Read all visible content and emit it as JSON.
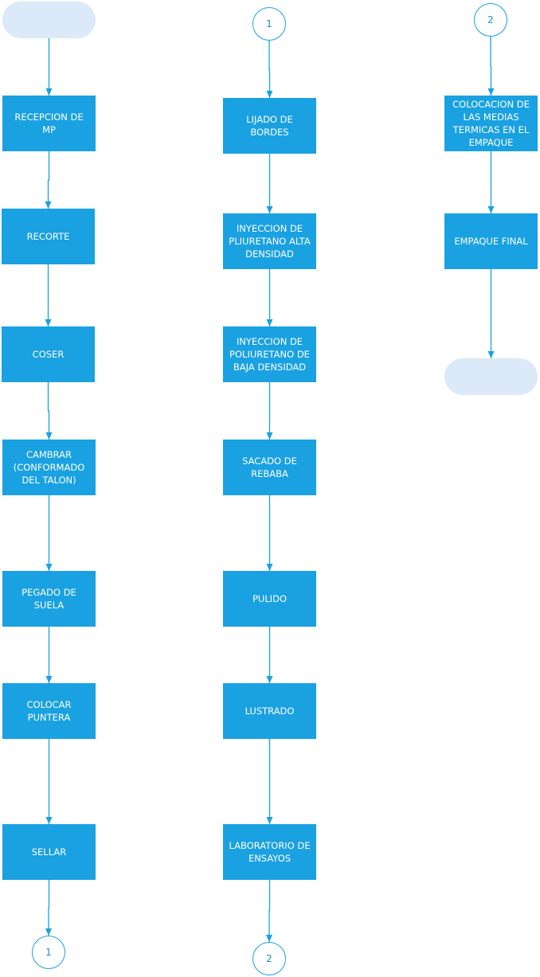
{
  "diagram": {
    "colors": {
      "process": "#1aa1e1",
      "terminator": "#dbe9f8",
      "connector_stroke": "#1aa1e1",
      "line": "#1aa1e1"
    },
    "columns": [
      {
        "start_terminator": "",
        "steps": [
          "RECEPCION DE MP",
          "RECORTE",
          "COSER",
          "CAMBRAR (CONFORMADO DEL TALON)",
          "PEGADO DE SUELA",
          "COLOCAR PUNTERA",
          "SELLAR"
        ],
        "end_connector": "1"
      },
      {
        "start_connector": "1",
        "steps": [
          "LIJADO DE BORDES",
          "INYECCION DE PLIURETANO ALTA DENSIDAD",
          "INYECCION DE POLIURETANO DE BAJA DENSIDAD",
          "SACADO DE REBABA",
          "PULIDO",
          "LUSTRADO",
          "LABORATORIO DE ENSAYOS"
        ],
        "end_connector": "2"
      },
      {
        "start_connector": "2",
        "steps": [
          "COLOCACION DE LAS MEDIAS TERMICAS EN EL EMPAQUE",
          "EMPAQUE FINAL"
        ],
        "end_terminator": ""
      }
    ]
  }
}
